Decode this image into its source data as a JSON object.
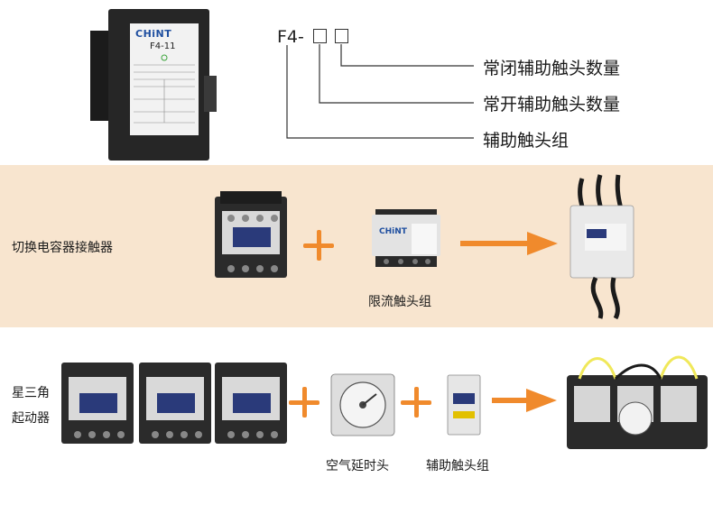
{
  "accent_color": "#f08a2c",
  "band_color": "#f8e5cf",
  "header": {
    "device_brand": "CHiNT",
    "device_model": "F4-11",
    "code_prefix": "F4-",
    "callouts": [
      "常闭辅助触头数量",
      "常开辅助触头数量",
      "辅助触头组"
    ]
  },
  "row_capacitor": {
    "title": "切换电容器接触器",
    "module_brand": "CHiNT",
    "module_label": "限流触头组"
  },
  "row_star_delta": {
    "title_line1": "星三角",
    "title_line2": "起动器",
    "timer_label": "空气延时头",
    "aux_label": "辅助触头组"
  }
}
